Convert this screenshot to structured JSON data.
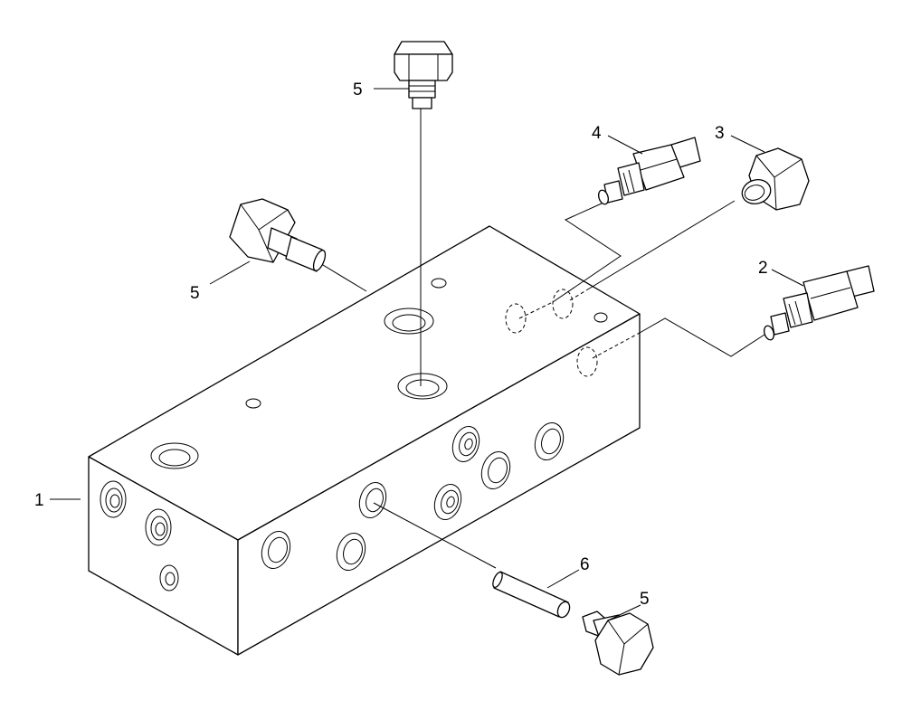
{
  "callouts": {
    "manifold_block": "1",
    "relief_valve_lower": "2",
    "plug_fitting": "3",
    "relief_valve_upper": "4",
    "plug_top": "5",
    "plug_left": "5",
    "plug_bottom": "5",
    "dowel_pin": "6"
  }
}
